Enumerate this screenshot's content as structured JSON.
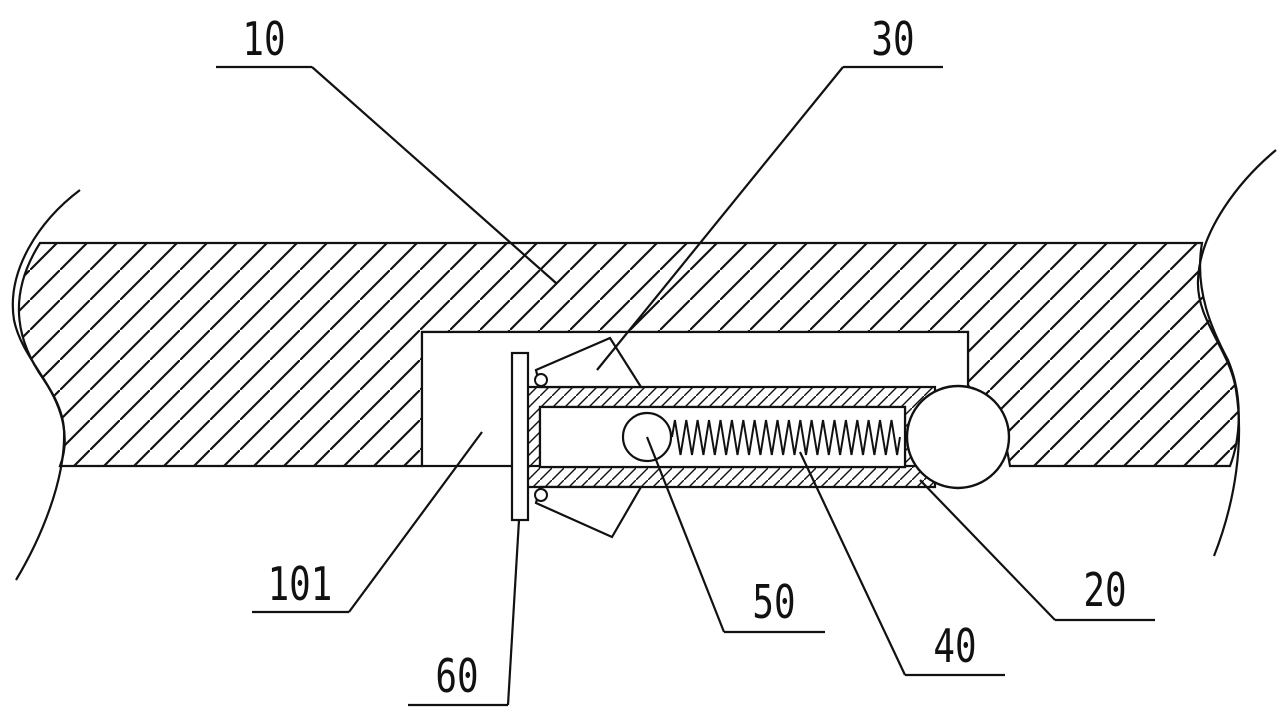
{
  "figure": {
    "kind": "mechanical-section-drawing",
    "line_color": "#111111",
    "hatch_color": "#111111",
    "background": "#ffffff"
  },
  "labels": [
    {
      "id": "10",
      "text": "10"
    },
    {
      "id": "30",
      "text": "30"
    },
    {
      "id": "101",
      "text": "101"
    },
    {
      "id": "60",
      "text": "60"
    },
    {
      "id": "50",
      "text": "50"
    },
    {
      "id": "40",
      "text": "40"
    },
    {
      "id": "20",
      "text": "20"
    }
  ]
}
